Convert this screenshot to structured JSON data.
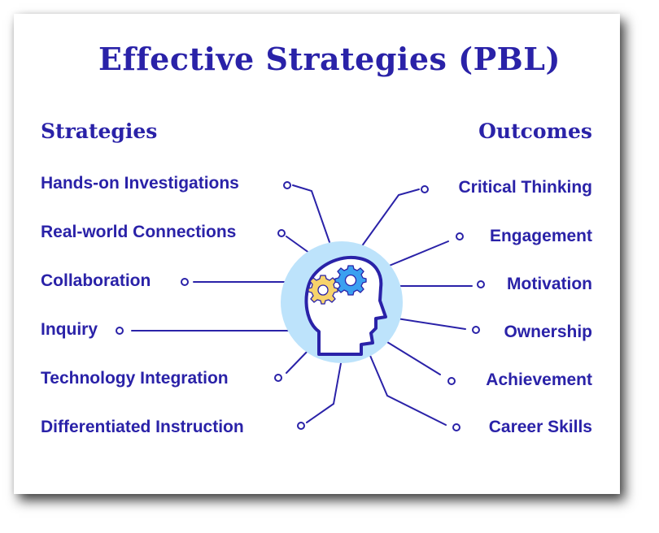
{
  "title": "Effective Strategies (PBL)",
  "columns": {
    "left_heading": "Strategies",
    "right_heading": "Outcomes"
  },
  "strategies": [
    {
      "label": "Hands-on Investigations"
    },
    {
      "label": "Real-world Connections"
    },
    {
      "label": "Collaboration"
    },
    {
      "label": "Inquiry"
    },
    {
      "label": "Technology Integration"
    },
    {
      "label": "Differentiated Instruction"
    }
  ],
  "outcomes": [
    {
      "label": "Critical Thinking"
    },
    {
      "label": "Engagement"
    },
    {
      "label": "Motivation"
    },
    {
      "label": "Ownership"
    },
    {
      "label": "Achievement"
    },
    {
      "label": "Career Skills"
    }
  ],
  "center_icon": "head-with-gears-icon",
  "colors": {
    "primary": "#2a22a8",
    "circle_bg": "#bde3fb",
    "gear_yellow": "#f7d36a",
    "gear_blue": "#3aa0f0"
  }
}
